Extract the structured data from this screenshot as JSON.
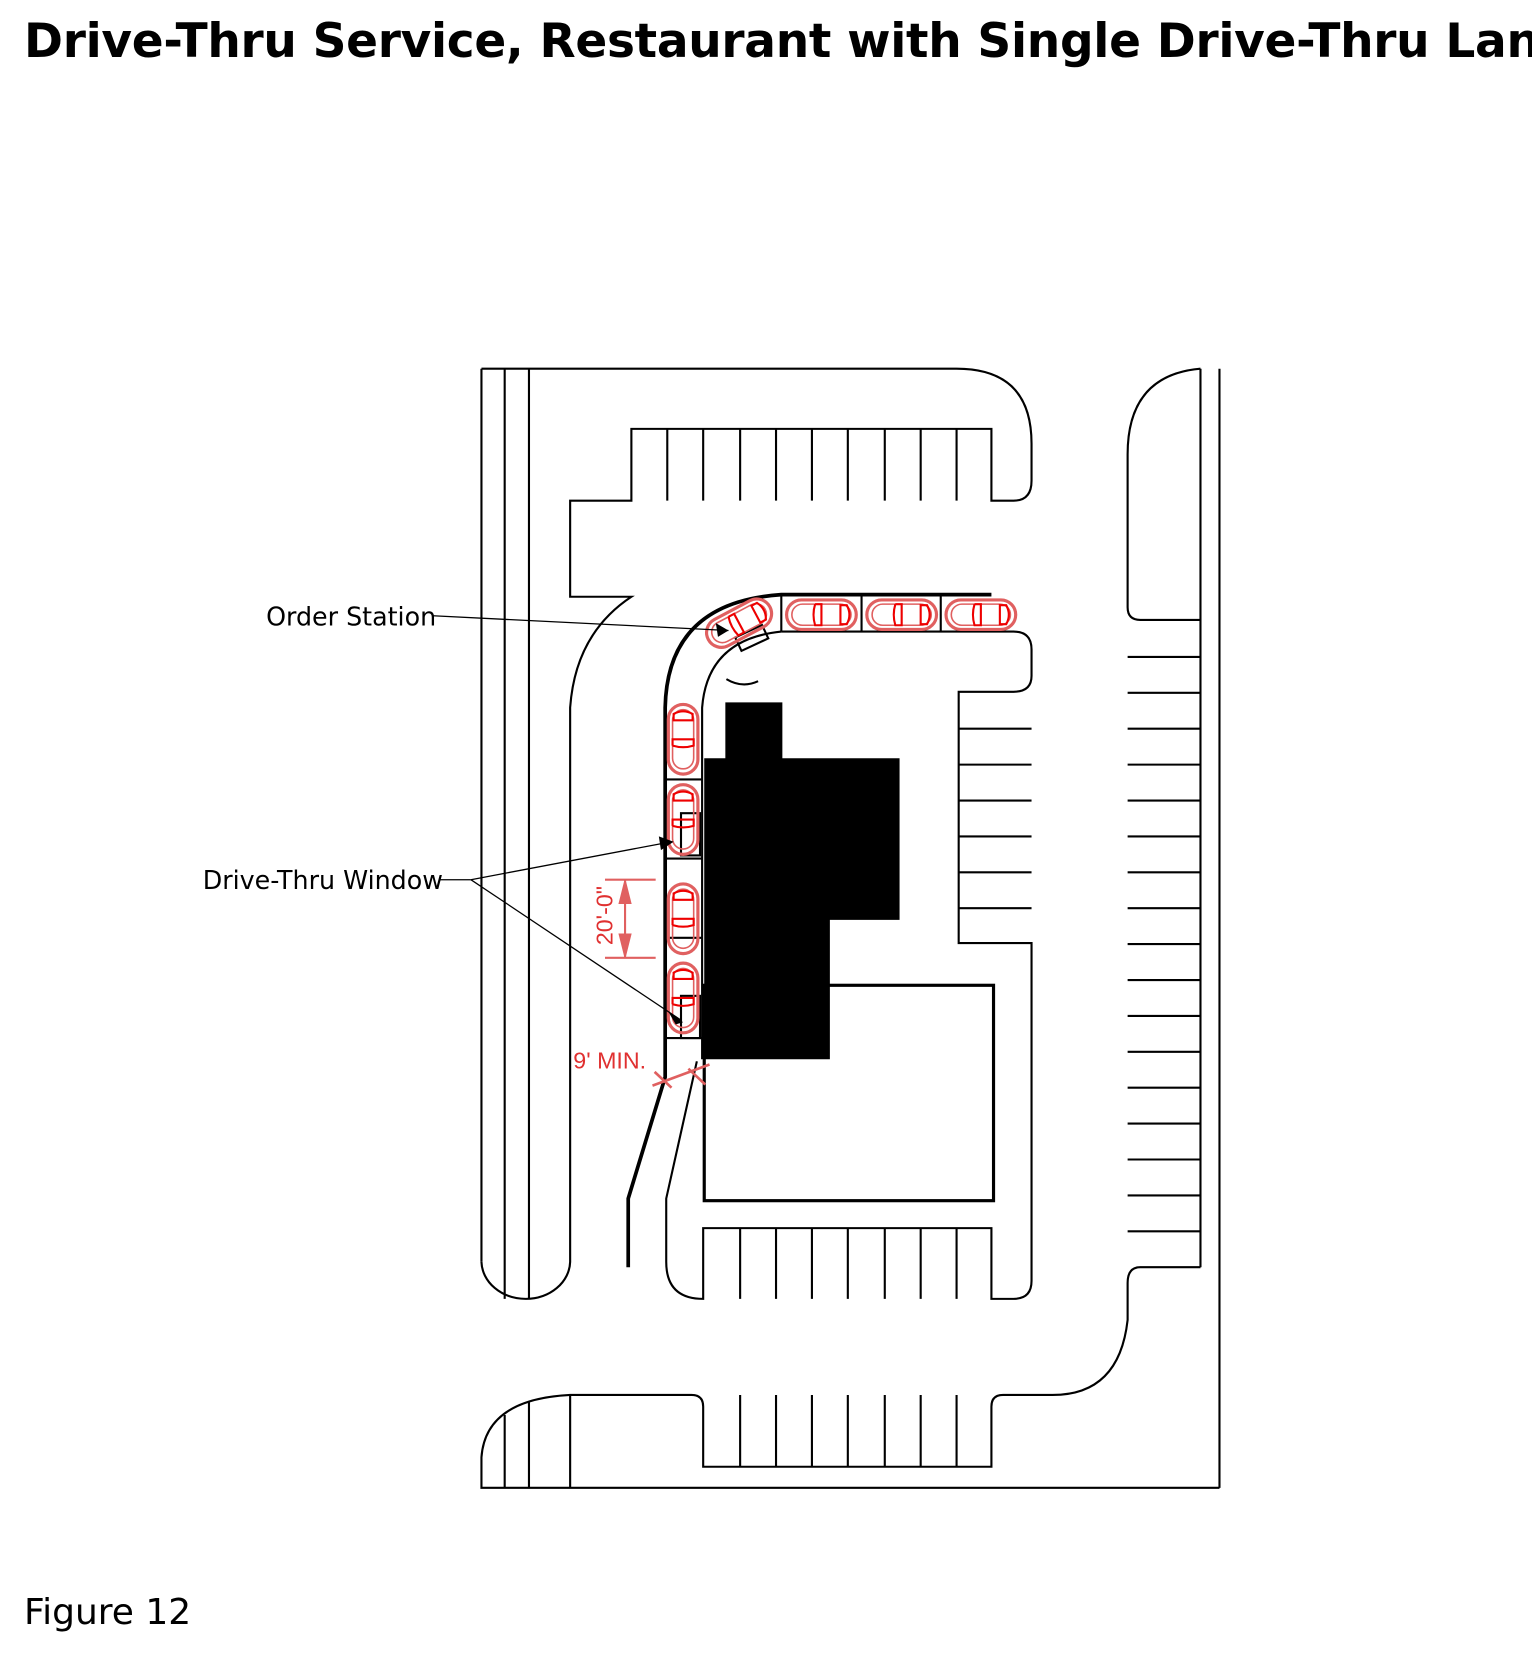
{
  "title": "Drive-Thru Service, Restaurant with Single Drive-Thru Lane",
  "figure_label": "Figure 12",
  "labels": {
    "order_station": "Order Station",
    "drive_thru_window": "Drive-Thru Window",
    "queue_spacing": "20'-0\"",
    "lane_width": "9' MIN."
  },
  "colors": {
    "lines": "#000000",
    "cars": "#e06060",
    "dimensions": "#e03030"
  },
  "queue": {
    "cars_shown": 8
  }
}
